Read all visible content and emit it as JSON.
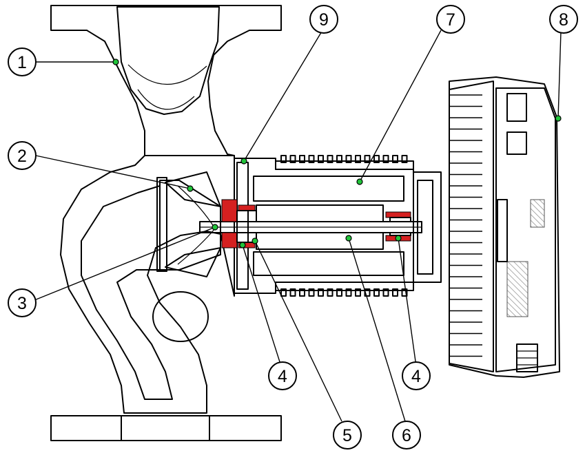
{
  "diagram": {
    "callouts": [
      {
        "id": "c1",
        "label": "1"
      },
      {
        "id": "c2",
        "label": "2"
      },
      {
        "id": "c3",
        "label": "3"
      },
      {
        "id": "c4a",
        "label": "4"
      },
      {
        "id": "c4b",
        "label": "4"
      },
      {
        "id": "c5",
        "label": "5"
      },
      {
        "id": "c6",
        "label": "6"
      },
      {
        "id": "c7",
        "label": "7"
      },
      {
        "id": "c8",
        "label": "8"
      },
      {
        "id": "c9",
        "label": "9"
      }
    ],
    "colors": {
      "line": "#000000",
      "hatch": "#555555",
      "seal_red": "#d42020",
      "marker_green": "#21c43a",
      "background": "#ffffff"
    }
  }
}
